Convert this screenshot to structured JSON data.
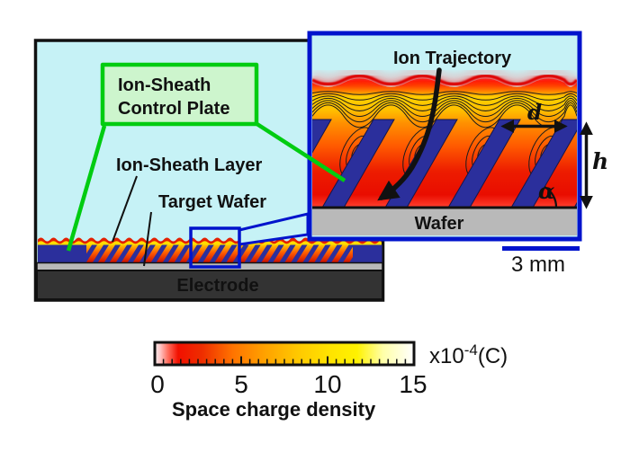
{
  "figure": {
    "schematic": {
      "control_plate_label_line1": "Ion-Sheath",
      "control_plate_label_line2": "Control Plate",
      "ion_sheath_layer_label": "Ion-Sheath Layer",
      "target_wafer_label": "Target Wafer",
      "electrode_label": "Electrode"
    },
    "inset": {
      "title": "Ion Trajectory",
      "wafer_label": "Wafer",
      "dim_pitch": "d",
      "dim_height": "h",
      "dim_angle": "α",
      "scale_bar": "3 mm"
    },
    "colorbar": {
      "tick_labels": [
        "0",
        "5",
        "10",
        "15"
      ],
      "range_min": 0,
      "range_max": 15,
      "unit_prefix": "x10",
      "unit_exponent": "-4",
      "unit_suffix": "(C)",
      "title": "Space charge density"
    },
    "colors": {
      "background_cyan": "#c6f2f6",
      "callout_green": "#00cc11",
      "callout_green_fill": "#cdf5cd",
      "plate_navy": "#2b2f9c",
      "accent_blue": "#0013cc",
      "wafer_gray": "#b9b9b9",
      "electrode_dark": "#333333"
    }
  }
}
